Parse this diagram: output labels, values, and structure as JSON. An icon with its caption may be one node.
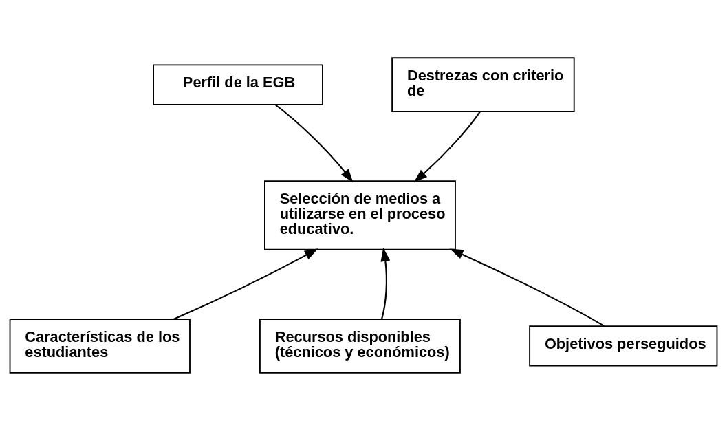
{
  "diagram": {
    "nodes": [
      {
        "text": [
          "Perfil de la EGB"
        ]
      },
      {
        "text": [
          "Destrezas con criterio de"
        ]
      },
      {
        "text": [
          "Selección de medios a utilizarse en el proceso educativo."
        ]
      },
      {
        "text": [
          "Características de los estudiantes"
        ]
      },
      {
        "text": [
          "Recursos disponibles (técnicos y económicos)"
        ]
      },
      {
        "text": [
          "Objetivos perseguidos"
        ]
      }
    ],
    "edges": [
      {
        "from": 0,
        "to": 2,
        "arrow": "to"
      },
      {
        "from": 1,
        "to": 2,
        "arrow": "to"
      },
      {
        "from": 3,
        "to": 2,
        "arrow": "to"
      },
      {
        "from": 4,
        "to": 2,
        "arrow": "to"
      },
      {
        "from": 5,
        "to": 2,
        "arrow": "to"
      }
    ]
  }
}
